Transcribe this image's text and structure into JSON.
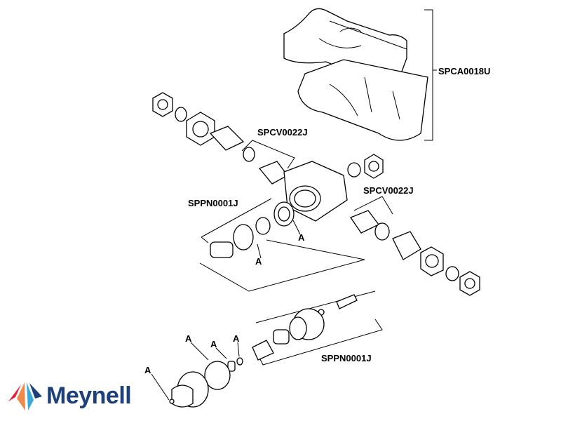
{
  "labels": {
    "cover": "SPCA0018U",
    "check_valve_top": "SPCV0022J",
    "check_valve_right": "SPCV0022J",
    "piston_upper": "SPPN0001J",
    "piston_lower": "SPPN0001J"
  },
  "callouts": [
    "A",
    "A",
    "A",
    "A",
    "A",
    "A"
  ],
  "logo": {
    "text": "Meynell",
    "text_color": "#1d3f7c",
    "fin_colors": [
      "#e0263f",
      "#f08a4b",
      "#3aa9dd",
      "#1d3f7c"
    ]
  }
}
